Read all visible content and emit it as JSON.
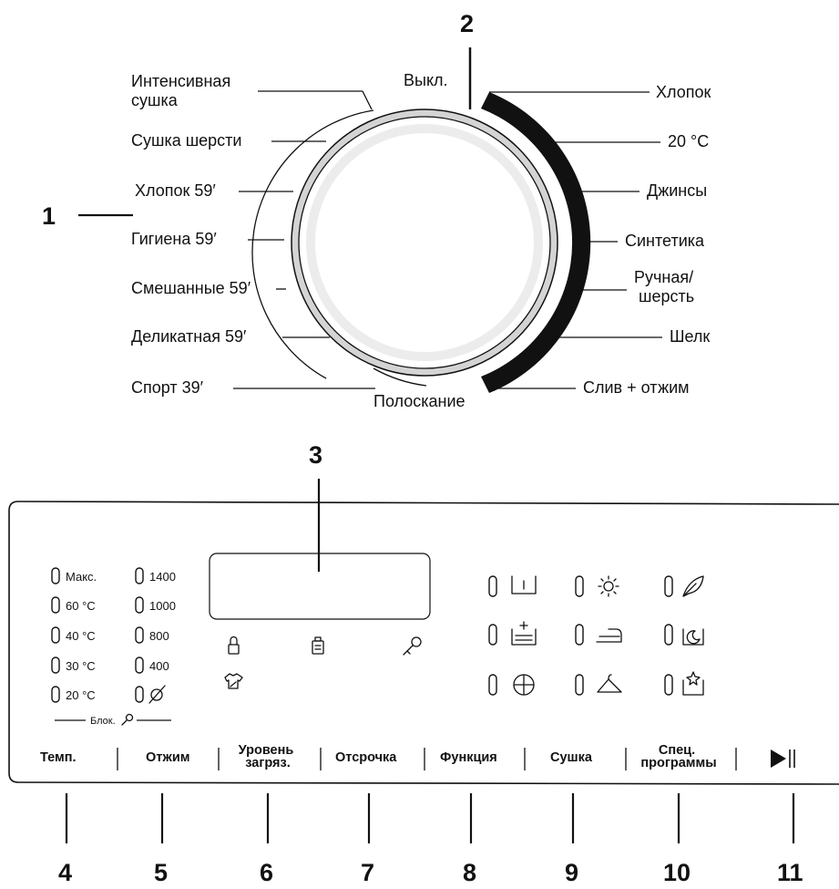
{
  "dial": {
    "off": "Выкл.",
    "left_programs": [
      "Интенсивная сушка",
      "Сушка шерсти",
      "Хлопок 59′",
      "Гигиена 59′",
      "Смешанные 59′",
      "Деликатная 59′",
      "Спорт 39′"
    ],
    "right_programs": [
      "Хлопок",
      "20 °C",
      "Джинсы",
      "Синтетика",
      "Ручная/ шерсть",
      "Шелк",
      "Слив + отжим"
    ],
    "bottom": "Полоскание"
  },
  "callouts": {
    "n1": "1",
    "n2": "2",
    "n3": "3",
    "n4": "4",
    "n5": "5",
    "n6": "6",
    "n7": "7",
    "n8": "8",
    "n9": "9",
    "n10": "10",
    "n11": "11"
  },
  "panel": {
    "temps": [
      "Макс.",
      "60 °C",
      "40 °C",
      "30 °C",
      "20 °C"
    ],
    "spins": [
      "1400",
      "1000",
      "800",
      "400"
    ],
    "lock_label": "Блок.",
    "buttons": [
      "Темп.",
      "Отжим",
      "Уровень загряз.",
      "Отсрочка",
      "Функция",
      "Сушка",
      "Спец. программы"
    ],
    "icons": {
      "display": [
        "lock-icon",
        "weight-icon",
        "key-icon",
        "shirt-icon"
      ],
      "functions": [
        "basin-icon",
        "sun-icon",
        "leaf-icon",
        "prewash-icon",
        "iron-icon",
        "moon-icon",
        "steam-icon",
        "hanger-icon",
        "sparkle-icon"
      ],
      "no_spin": "no-spin-icon",
      "play_pause": "play-pause-icon"
    }
  }
}
